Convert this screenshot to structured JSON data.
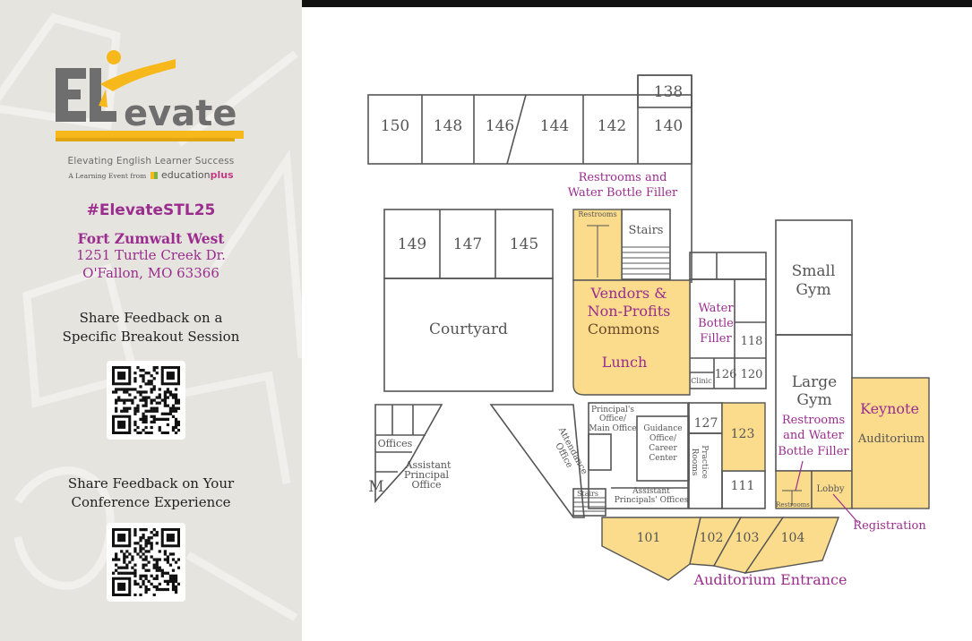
{
  "sidebar": {
    "logo": {
      "word": "evate",
      "letters": "EL"
    },
    "tagline": "Elevating English Learner Success",
    "subline": "A Learning Event from",
    "brand_a": "education",
    "brand_b": "plus",
    "hashtag": "#ElevateSTL25",
    "venue": "Fort Zumwalt West",
    "address1": "1251 Turtle Creek Dr.",
    "address2": "O'Fallon, MO 63366",
    "feedback1_line1": "Share Feedback on a",
    "feedback1_line2": "Specific Breakout Session",
    "feedback2_line1": "Share Feedback on Your",
    "feedback2_line2": "Conference Experience"
  },
  "map": {
    "rooms": {
      "r150": "150",
      "r148": "148",
      "r146": "146",
      "r144": "144",
      "r142": "142",
      "r140": "140",
      "r138": "138",
      "r149": "149",
      "r147": "147",
      "r145": "145",
      "r118": "118",
      "r120": "120",
      "r126": "126",
      "r127": "127",
      "r123": "123",
      "r111": "111",
      "r101": "101",
      "r102": "102",
      "r103": "103",
      "r104": "104"
    },
    "labels": {
      "restrooms_top_l1": "Restrooms and",
      "restrooms_top_l2": "Water Bottle Filler",
      "restrooms_small": "Restrooms",
      "stairs": "Stairs",
      "vendors_l1": "Vendors &",
      "vendors_l2": "Non-Profits",
      "commons": "Commons",
      "lunch": "Lunch",
      "courtyard": "Courtyard",
      "water_l1": "Water",
      "water_l2": "Bottle",
      "water_l3": "Filler",
      "clinic": "Clinic",
      "small_gym_l1": "Small",
      "small_gym_l2": "Gym",
      "large_gym_l1": "Large",
      "large_gym_l2": "Gym",
      "restrooms_gym_l1": "Restrooms",
      "restrooms_gym_l2": "and Water",
      "restrooms_gym_l3": "Bottle Filler",
      "keynote": "Keynote",
      "auditorium": "Auditorium",
      "lobby": "Lobby",
      "registration": "Registration",
      "auditorium_entrance": "Auditorium Entrance",
      "principal_l1": "Principal's",
      "principal_l2": "Office/",
      "principal_l3": "Main Office",
      "guidance_l1": "Guidance",
      "guidance_l2": "Office/",
      "guidance_l3": "Career",
      "guidance_l4": "Center",
      "practice_l1": "Practice",
      "practice_l2": "Rooms",
      "asst_principals_l1": "Assistant",
      "asst_principals_l2": "Principals' Offices",
      "attendance_l1": "Attendance",
      "attendance_l2": "Office",
      "stairs_small": "Stairs",
      "offices": "Offices",
      "asst_principal_l1": "Assistant",
      "asst_principal_l2": "Principal",
      "asst_principal_l3": "Office",
      "m": "M"
    }
  },
  "colors": {
    "highlight": "#fbdb8c",
    "accent": "#9b2d8e",
    "logo_yellow": "#f6b81a",
    "logo_gray": "#6e6e6e"
  }
}
